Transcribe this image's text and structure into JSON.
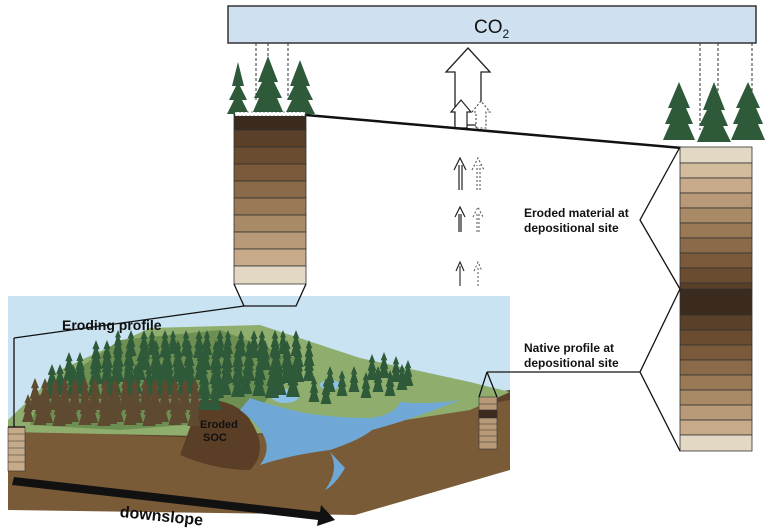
{
  "labels": {
    "co2_main": "CO",
    "co2_sub": "2",
    "eroding_profile": "Eroding profile",
    "eroded_soc_line1": "Eroded",
    "eroded_soc_line2": "SOC",
    "eroded_material_line1": "Eroded material at",
    "eroded_material_line2": "depositional site",
    "native_profile_line1": "Native profile at",
    "native_profile_line2": "depositional site",
    "downslope": "downslope"
  },
  "colors": {
    "co2_box": "#cfe0f0",
    "sky": "#c9e3f2",
    "grass": "#8fae6e",
    "soil": "#7a5b38",
    "water": "#6fa8d6",
    "tree": "#2f5a3a",
    "dark_band": "#3b2a1e",
    "layers": [
      "#5a4028",
      "#6a4c30",
      "#7a5a3a",
      "#8a6a48",
      "#9a7a56",
      "#a98a66",
      "#b89a78",
      "#c6aa8a",
      "#d3bc9e",
      "#e2d2bb"
    ]
  },
  "icons": {
    "trees": "conifer-tree-icon",
    "arrows": "upward-arrow-icon"
  }
}
